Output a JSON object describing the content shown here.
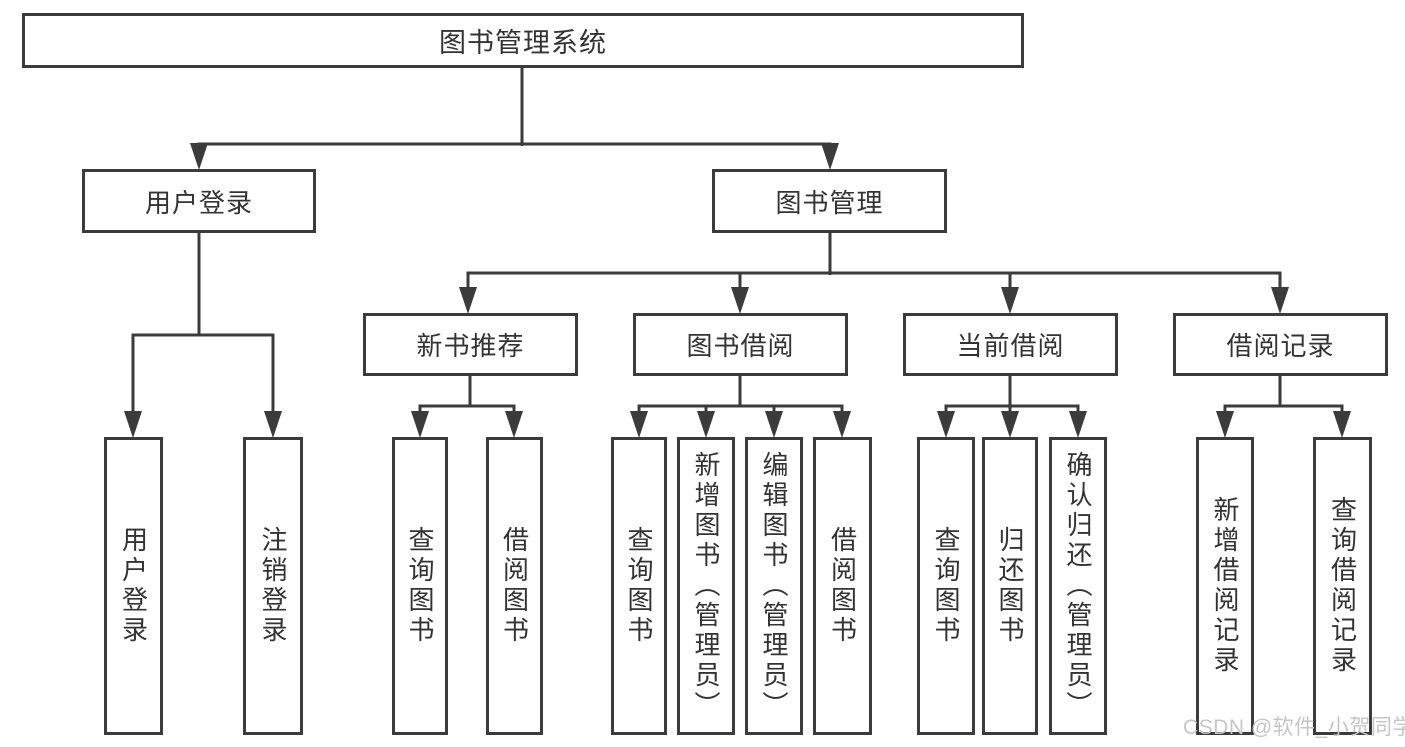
{
  "diagram": {
    "title": "图书管理系统",
    "root": {
      "label": "图书管理系统"
    },
    "level2": [
      {
        "label": "用户登录"
      },
      {
        "label": "图书管理"
      }
    ],
    "level3": [
      {
        "label": "新书推荐"
      },
      {
        "label": "图书借阅"
      },
      {
        "label": "当前借阅"
      },
      {
        "label": "借阅记录"
      }
    ],
    "leaves": {
      "login": [
        {
          "label": "用户登录"
        },
        {
          "label": "注销登录"
        }
      ],
      "recommend": [
        {
          "label": "查询图书"
        },
        {
          "label": "借阅图书"
        }
      ],
      "borrow": [
        {
          "label": "查询图书"
        },
        {
          "label": "新增图书（管理员）"
        },
        {
          "label": "编辑图书（管理员）"
        },
        {
          "label": "借阅图书"
        }
      ],
      "current": [
        {
          "label": "查询图书"
        },
        {
          "label": "归还图书"
        },
        {
          "label": "确认归还（管理员）"
        }
      ],
      "records": [
        {
          "label": "新增借阅记录"
        },
        {
          "label": "查询借阅记录"
        }
      ]
    },
    "colors": {
      "line": "#3b3b3b",
      "text": "#333333",
      "box_background": "#ffffff",
      "watermark": "#c6c6c6"
    }
  },
  "watermark": {
    "text": "CSDN @软件_小贺同学"
  }
}
